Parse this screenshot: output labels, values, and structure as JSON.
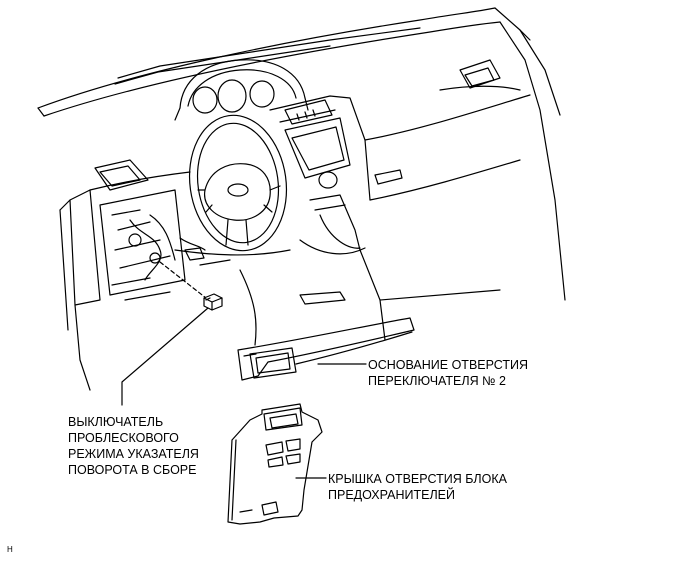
{
  "labels": {
    "switch": [
      "ВЫКЛЮЧАТЕЛЬ",
      "ПРОБЛЕСКОВОГО",
      "РЕЖИМА УКАЗАТЕЛЯ",
      "ПОВОРОТА В СБОРЕ"
    ],
    "base": [
      "ОСНОВАНИЕ ОТВЕРСТИЯ",
      "ПЕРЕКЛЮЧАТЕЛЯ № 2"
    ],
    "cover": [
      "КРЫШКА ОТВЕРСТИЯ БЛОКА",
      "ПРЕДОХРАНИТЕЛЕЙ"
    ]
  },
  "figure_code": "H"
}
